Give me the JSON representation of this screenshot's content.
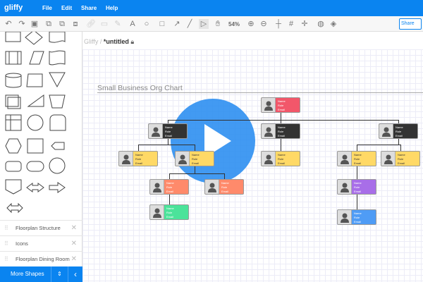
{
  "app": {
    "logo": "gliffy",
    "menu": [
      "File",
      "Edit",
      "Share",
      "Help"
    ]
  },
  "toolbar": {
    "zoom": "54%",
    "share": "Share"
  },
  "breadcrumb": {
    "root": "Gliffy",
    "separator": "/",
    "doc": "*untitled"
  },
  "sidebar": {
    "libraries": [
      "Floorplan Structure",
      "Icons",
      "Floorplan Dining Room"
    ],
    "more_shapes": "More Shapes"
  },
  "chart_title": "Small Business Org Chart",
  "card_text": {
    "name": "Name",
    "role": "Role",
    "email": "Email"
  },
  "cards": [
    {
      "color": "#f2576a"
    },
    {
      "color": "#333333"
    },
    {
      "color": "#333333"
    },
    {
      "color": "#333333"
    },
    {
      "color": "#ffd966"
    },
    {
      "color": "#ffd966"
    },
    {
      "color": "#ffd966"
    },
    {
      "color": "#ffd966"
    },
    {
      "color": "#ffd966"
    },
    {
      "color": "#ff8a6b"
    },
    {
      "color": "#ff8a6b"
    },
    {
      "color": "#a86ee8"
    },
    {
      "color": "#4be39a"
    },
    {
      "color": "#4f9cf5"
    }
  ],
  "colors": {
    "brand": "#0a84f0"
  }
}
